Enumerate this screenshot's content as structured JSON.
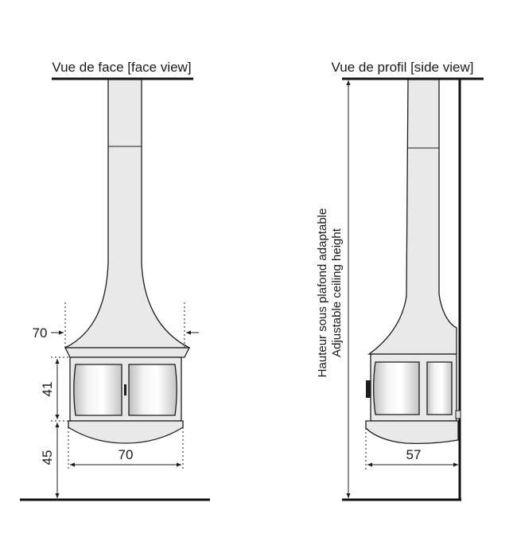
{
  "face_view": {
    "title": "Vue de face [face view]",
    "dim_hood_width": "70",
    "dim_firebox_height": "41",
    "dim_base_height": "45",
    "dim_bottom_width": "70"
  },
  "side_view": {
    "title": "Vue de profil [side view]",
    "ceiling_label_fr": "Hauteur sous plafond adaptable",
    "ceiling_label_en": "Adjustable ceiling height",
    "dim_depth": "57"
  }
}
